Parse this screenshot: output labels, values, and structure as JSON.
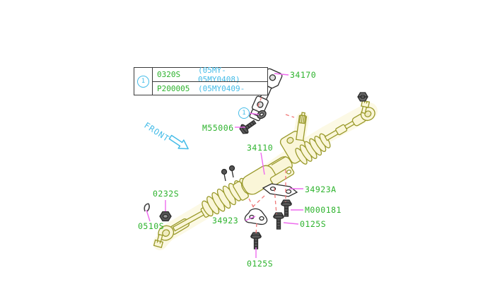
{
  "diagram_type": "exploded-parts-diagram",
  "front_label": "FRONT",
  "callout_ref": "1",
  "table": {
    "ref": "1",
    "rows": [
      {
        "part_no": "0320S",
        "applicability": "(05MY-05MY0408)"
      },
      {
        "part_no": "P200005",
        "applicability": "(05MY0409-"
      }
    ]
  },
  "part_labels": {
    "u_joint": "34170",
    "bolt_m55006": "M55006",
    "rack_assy": "34110",
    "tie_rod_nut": "0232S",
    "cotter_pin": "0510S",
    "bracket_left": "34923",
    "bracket_right": "34923A",
    "bolt_m000181": "M000181",
    "bolt_right": "0125S",
    "bolt_bottom": "0125S"
  },
  "colors": {
    "label_green": "#2db32d",
    "callout_cyan": "#45bce8",
    "leader_magenta": "#ee6bee",
    "dashed_red": "#f07878",
    "part_olive": "#99992a",
    "part_fill_yellow": "#faf6d8",
    "hardware_dark": "#555555",
    "outline_black": "#2b2b2b"
  }
}
